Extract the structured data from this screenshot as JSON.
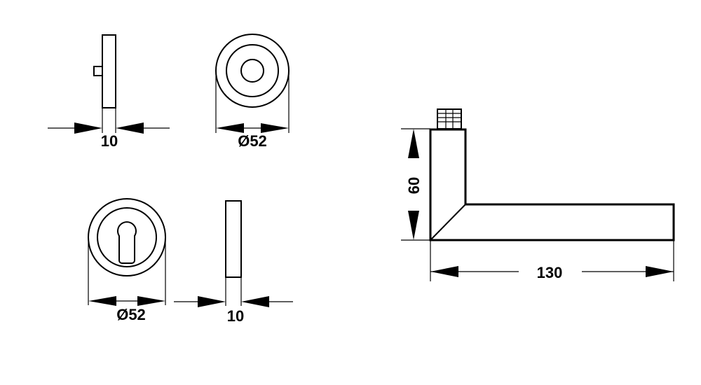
{
  "views": {
    "rose_side": {
      "width_label": "10"
    },
    "rose_front": {
      "diameter_label": "Ø52"
    },
    "escutcheon_front": {
      "diameter_label": "Ø52"
    },
    "escutcheon_side": {
      "width_label": "10"
    },
    "lever": {
      "height_label": "60",
      "length_label": "130"
    }
  },
  "colors": {
    "line": "#000000",
    "background": "#ffffff"
  }
}
